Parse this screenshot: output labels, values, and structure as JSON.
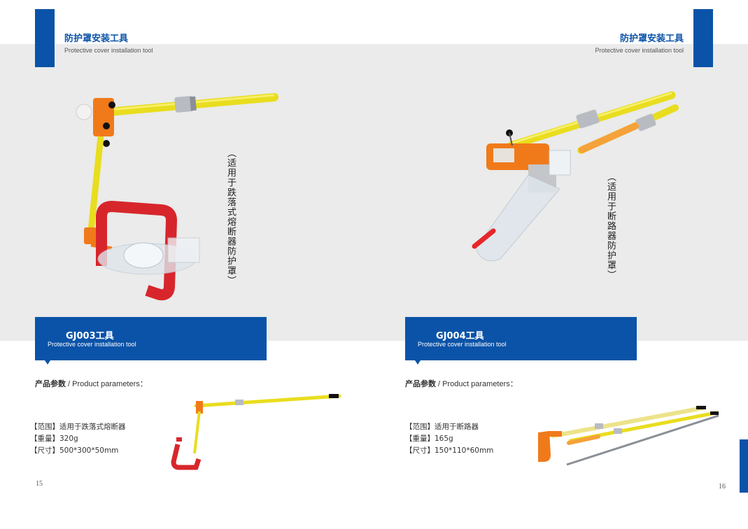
{
  "header": {
    "title_zh": "防护罩安装工具",
    "title_en": "Protective cover installation tool"
  },
  "left": {
    "vertical_label": "（适用于跌落式熔断器防护罩）",
    "code": "GJ003工具",
    "code_sub": "Protective cover installation tool",
    "params_zh": "产品参数",
    "params_en": " / Product parameters：",
    "specs": [
      "【范围】适用于跌落式熔断器",
      "【重量】320g",
      "【尺寸】500*300*50mm"
    ],
    "page_number": "15"
  },
  "right": {
    "vertical_label": "（适用于断路器防护罩）",
    "code": "GJ004工具",
    "code_sub": "Protective cover installation tool",
    "params_zh": "产品参数",
    "params_en": " / Product parameters：",
    "specs": [
      "【范围】适用于断路器",
      "【重量】165g",
      "【尺寸】150*110*60mm"
    ],
    "page_number": "16"
  },
  "colors": {
    "brand_blue": "#0b53a8",
    "band_grey": "#eaebea",
    "tool_yellow": "#f2e21b",
    "tool_orange": "#f07a1a",
    "tool_red": "#d7262b"
  }
}
